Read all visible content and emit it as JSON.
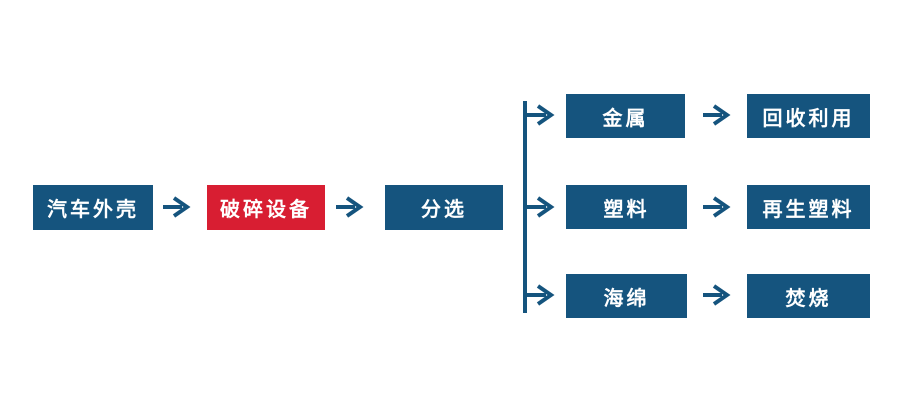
{
  "diagram": {
    "type": "flowchart",
    "language": "zh",
    "colors": {
      "node_blue": "#15547e",
      "node_red": "#d81e32",
      "arrow_blue": "#15547e",
      "text": "#ffffff",
      "background": "#ffffff"
    },
    "main_flow": [
      {
        "id": "car-shell",
        "label": "汽车外壳",
        "style": "blue"
      },
      {
        "id": "crushing-equipment",
        "label": "破碎设备",
        "style": "red"
      },
      {
        "id": "sorting",
        "label": "分选",
        "style": "blue"
      }
    ],
    "branches": [
      {
        "material": "金属",
        "result": "回收利用"
      },
      {
        "material": "塑料",
        "result": "再生塑料"
      },
      {
        "material": "海绵",
        "result": "焚烧"
      }
    ]
  }
}
